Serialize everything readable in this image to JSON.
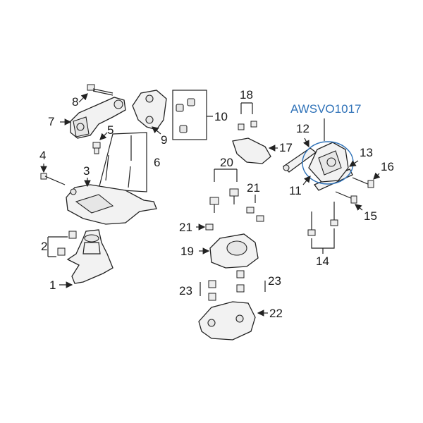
{
  "diagram": {
    "callout_text": "AWSVO1017",
    "callout_color": "#2f72b8",
    "part_numbers": [
      "1",
      "2",
      "3",
      "4",
      "5",
      "6",
      "7",
      "8",
      "9",
      "10",
      "11",
      "12",
      "13",
      "14",
      "15",
      "16",
      "17",
      "18",
      "19",
      "20",
      "21",
      "21",
      "22",
      "23",
      "23"
    ]
  }
}
